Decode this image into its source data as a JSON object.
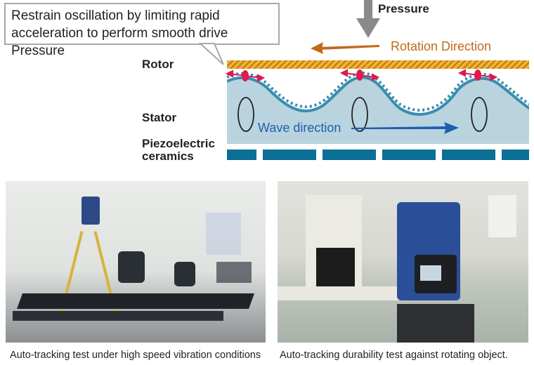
{
  "diagram": {
    "callout_text": "Restrain oscillation by limiting rapid acceleration to perform smooth drive Pressure",
    "pressure_label": "Pressure",
    "rotation_label": "Rotation Direction",
    "wave_label": "Wave direction",
    "rotor_label": "Rotor",
    "stator_label": "Stator",
    "piezo_label_line1": "Piezoelectric",
    "piezo_label_line2": "ceramics",
    "colors": {
      "rotor": "#e8a020",
      "stator": "#b9d3df",
      "wave_edge": "#3a8db0",
      "ceramics": "#0b6f96",
      "rotation": "#c06a1a",
      "wave_arrow": "#1e5fb0",
      "contact": "#e0194f",
      "pressure": "#8a8a8a"
    }
  },
  "photos": [
    {
      "caption": "Auto-tracking test under high speed vibration conditions"
    },
    {
      "caption": "Auto-tracking durability test against rotating object."
    }
  ]
}
